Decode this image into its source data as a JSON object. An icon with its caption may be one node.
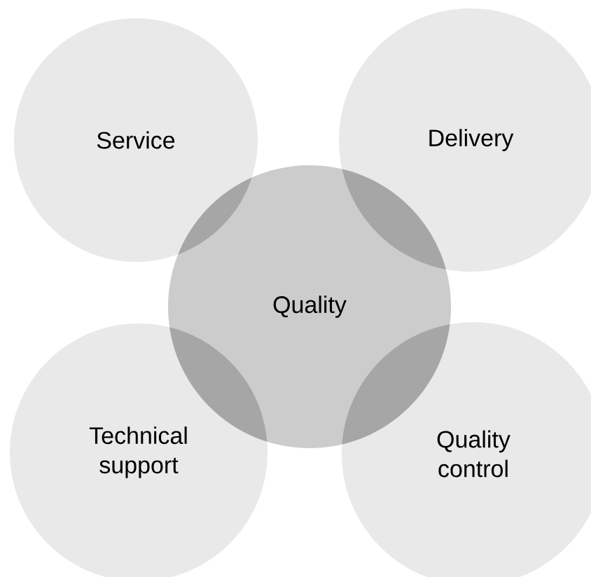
{
  "diagram": {
    "nodes": [
      {
        "text": [
          "Service"
        ]
      },
      {
        "text": [
          "Delivery"
        ]
      },
      {
        "text": [
          "Quality"
        ]
      },
      {
        "text": [
          "Technical support"
        ]
      },
      {
        "text": [
          "Quality control"
        ]
      }
    ]
  }
}
